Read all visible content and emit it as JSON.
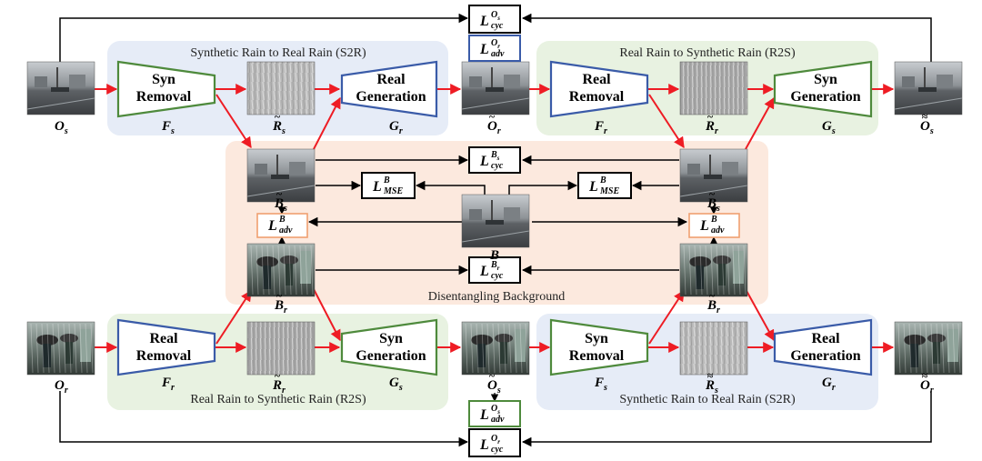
{
  "regions": {
    "top_left": "Synthetic Rain to Real Rain (S2R)",
    "top_right": "Real Rain to Synthetic Rain (R2S)",
    "center": "Disentangling Background",
    "bottom_left": "Real Rain to Synthetic Rain (R2S)",
    "bottom_right": "Synthetic Rain to Real Rain (S2R)"
  },
  "modules": {
    "syn_removal": [
      "Syn",
      "Removal"
    ],
    "real_generation": [
      "Real",
      "Generation"
    ],
    "real_removal": [
      "Real",
      "Removal"
    ],
    "syn_generation": [
      "Syn",
      "Generation"
    ]
  },
  "net_labels": {
    "Fs": "F",
    "Fs_sub": "s",
    "Gr": "G",
    "Gr_sub": "r",
    "Fr": "F",
    "Fr_sub": "r",
    "Gs": "G",
    "Gs_sub": "s"
  },
  "images": {
    "Os": [
      "O",
      "s",
      ""
    ],
    "Or": [
      "O",
      "r",
      ""
    ],
    "Rs": [
      "R",
      "s",
      "~"
    ],
    "Rr": [
      "R",
      "r",
      "~"
    ],
    "Ors": [
      "O",
      "r",
      "~"
    ],
    "Oss": [
      "O",
      "s",
      "≈"
    ],
    "Osr": [
      "O",
      "s",
      "~"
    ],
    "Orr": [
      "O",
      "r",
      "≈"
    ],
    "Rss": [
      "R",
      "s",
      "≈"
    ],
    "Rrr": [
      "R",
      "r",
      "≈"
    ],
    "Bs": [
      "B",
      "s",
      "~"
    ],
    "Br": [
      "B",
      "r",
      "~"
    ],
    "B": [
      "B",
      "",
      ""
    ]
  },
  "losses": {
    "cyc_os": [
      "L",
      "cyc",
      "O",
      "s"
    ],
    "adv_or": [
      "L",
      "adv",
      "O",
      "r"
    ],
    "cyc_bs": [
      "L",
      "cyc",
      "B",
      "s"
    ],
    "mse_l": [
      "L",
      "MSE",
      "B",
      ""
    ],
    "mse_r": [
      "L",
      "MSE",
      "B",
      ""
    ],
    "adv_bl": [
      "L",
      "adv",
      "B",
      ""
    ],
    "adv_br": [
      "L",
      "adv",
      "B",
      ""
    ],
    "cyc_br": [
      "L",
      "cyc",
      "B",
      "r"
    ],
    "adv_os": [
      "L",
      "adv",
      "O",
      "s"
    ],
    "cyc_or": [
      "L",
      "cyc",
      "O",
      "r"
    ]
  },
  "colors": {
    "s2r_region": "#e6ecf7",
    "r2s_region": "#e8f2e1",
    "center_region": "#fce9de",
    "removal_blue": "#3a5ba8",
    "generation_green": "#4e8a3c",
    "flow_red": "#ee1c24",
    "adv_box_orange": "#f0a070",
    "flow_black": "#000000"
  }
}
